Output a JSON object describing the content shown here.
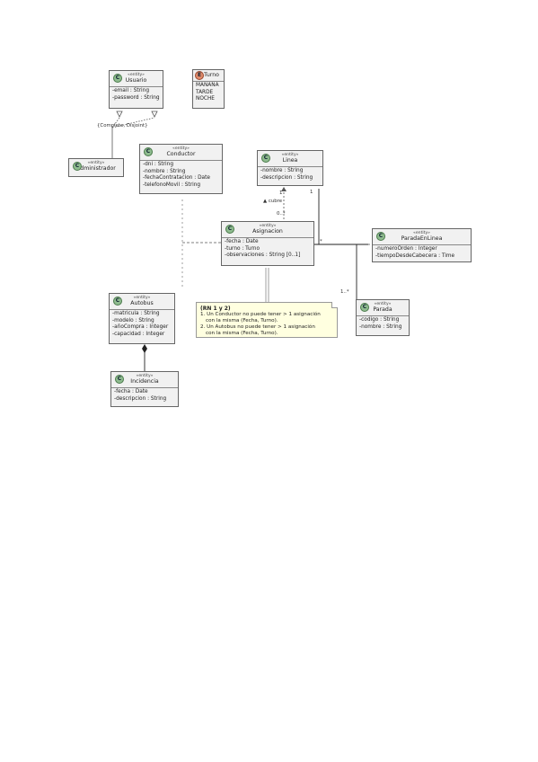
{
  "entities": {
    "usuario": {
      "stereotype": "«entity»",
      "name": "Usuario",
      "attrs": [
        "-email : String",
        "-password : String"
      ]
    },
    "turno": {
      "name": "Turno",
      "values": [
        "MAÑANA",
        "TARDE",
        "NOCHE"
      ]
    },
    "administrador": {
      "stereotype": "«entity»",
      "name": "Administrador"
    },
    "conductor": {
      "stereotype": "«entity»",
      "name": "Conductor",
      "attrs": [
        "-dni : String",
        "-nombre : String",
        "-fechaContratacion : Date",
        "-telefonoMovil : String"
      ]
    },
    "linea": {
      "stereotype": "«entity»",
      "name": "Linea",
      "attrs": [
        "-nombre : String",
        "-descripcion : String"
      ]
    },
    "asignacion": {
      "stereotype": "«entity»",
      "name": "Asignacion",
      "attrs": [
        "-fecha : Date",
        "-turno : Turno",
        "-observaciones : String [0..1]"
      ]
    },
    "paradaEnLinea": {
      "stereotype": "«entity»",
      "name": "ParadaEnLinea",
      "attrs": [
        "-numeroOrden : Integer",
        "-tiempoDesdeCabecera : Time"
      ]
    },
    "autobus": {
      "stereotype": "«entity»",
      "name": "Autobus",
      "attrs": [
        "-matricula : String",
        "-modelo : String",
        "-añoCompra : Integer",
        "-capacidad : Integer"
      ]
    },
    "parada": {
      "stereotype": "«entity»",
      "name": "Parada",
      "attrs": [
        "-codigo : String",
        "-nombre : String"
      ]
    },
    "incidencia": {
      "stereotype": "«entity»",
      "name": "Incidencia",
      "attrs": [
        "-fecha : Date",
        "-descripcion : String"
      ]
    }
  },
  "icon_letters": {
    "entity": "C",
    "enum": "E"
  },
  "note": {
    "title": "(RN 1 y 2)",
    "lines": [
      "1. Un Conductor no puede tener > 1 asignación",
      "con la misma (Fecha, Turno).",
      "2. Un Autobus no puede tener > 1 asignación",
      "con la misma (Fecha, Turno)."
    ]
  },
  "labels": {
    "generalization": "{Complete, Disjoint}",
    "cubre": "▲ cubre",
    "linea_one": "1",
    "asig_many": "0..*",
    "linea_right_one": "1",
    "linea_right_many": "*",
    "parada_many": "1..*"
  },
  "colors": {
    "entity_icon": "#8fbc8f",
    "enum_icon": "#e08a6a",
    "box_fill": "#f1f1f1",
    "note_fill": "#ffffe0"
  }
}
